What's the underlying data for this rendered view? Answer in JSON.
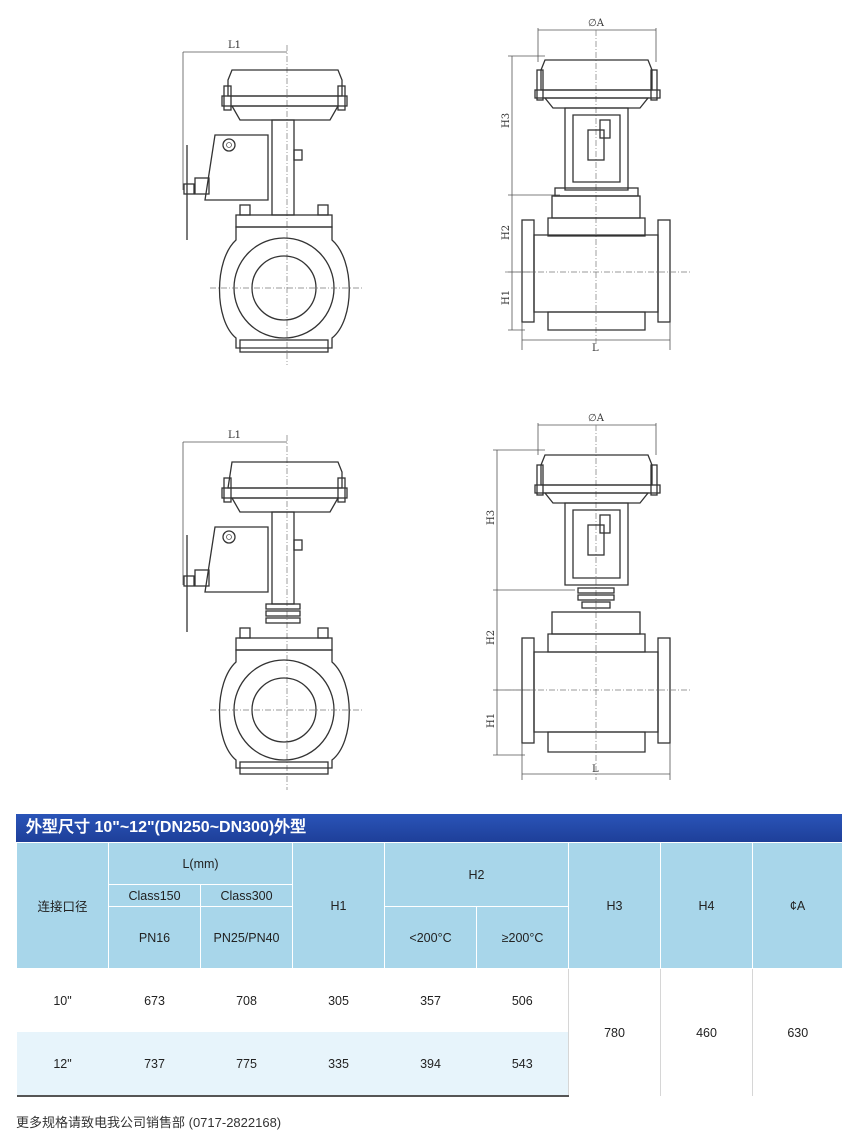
{
  "drawings": {
    "top_left": {
      "dim_label": "L1"
    },
    "top_right": {
      "dim_top": "∅A",
      "dim_h3": "H3",
      "dim_h2": "H2",
      "dim_h1": "H1",
      "dim_bottom": "L"
    },
    "bottom_left": {
      "dim_label": "L1"
    },
    "bottom_right": {
      "dim_top": "∅A",
      "dim_h3": "H3",
      "dim_h2": "H2",
      "dim_h1": "H1",
      "dim_bottom": "L"
    }
  },
  "table": {
    "title": "外型尺寸 10\"~12\"(DN250~DN300)外型",
    "headers": {
      "connection": "连接口径",
      "l_mm": "L(mm)",
      "class150": "Class150",
      "class300": "Class300",
      "pn16": "PN16",
      "pn25": "PN25/PN40",
      "h1": "H1",
      "h2": "H2",
      "h2_low": "<200°C",
      "h2_high": "≥200°C",
      "h3": "H3",
      "h4": "H4",
      "a": "¢A"
    },
    "rows": [
      {
        "size": "10\"",
        "l150": "673",
        "l300": "708",
        "h1": "305",
        "h2_low": "357",
        "h2_high": "506"
      },
      {
        "size": "12\"",
        "l150": "737",
        "l300": "775",
        "h1": "335",
        "h2_low": "394",
        "h2_high": "543"
      }
    ],
    "shared": {
      "h3": "780",
      "h4": "460",
      "a": "630"
    }
  },
  "footer": "更多规格请致电我公司销售部 (0717-2822168)"
}
